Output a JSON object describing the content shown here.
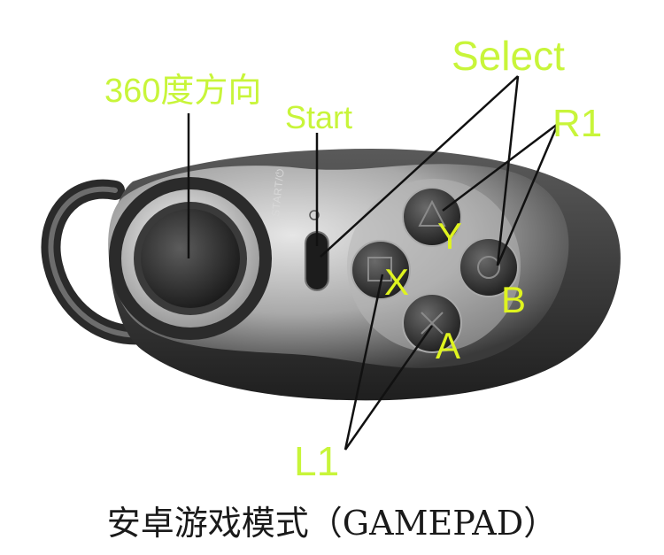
{
  "callouts": {
    "joystick": "360度方向",
    "start": "Start",
    "select": "Select",
    "r1": "R1",
    "l1": "L1"
  },
  "buttons": {
    "y": "Y",
    "x": "X",
    "b": "B",
    "a": "A"
  },
  "device_print": "START/⏻",
  "caption": "安卓游戏模式（GAMEPAD）",
  "colors": {
    "label": "#c8f53a",
    "button_letter": "#dff41f",
    "body_dark": "#2e2e2e",
    "body_light": "#c9c9c9"
  }
}
